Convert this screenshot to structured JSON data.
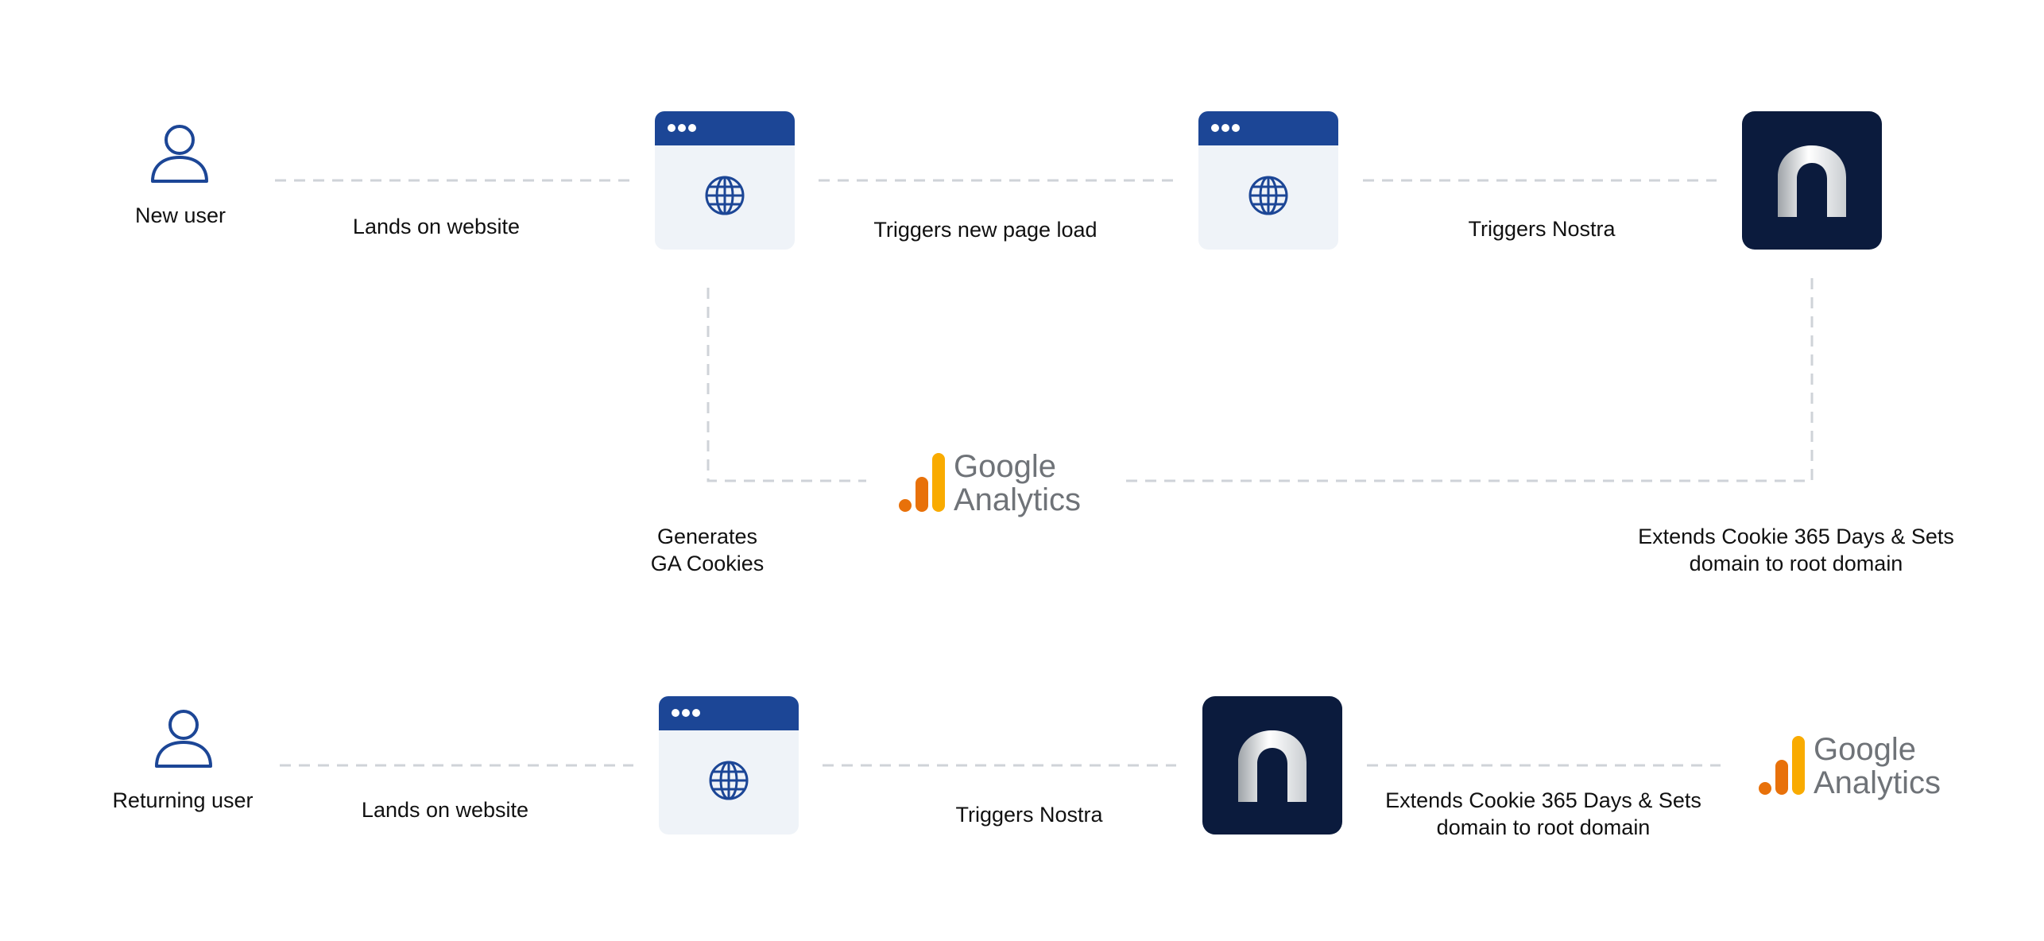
{
  "top_flow": {
    "user_label": "New user",
    "step1_label": "Lands on website",
    "step2_label": "Triggers new page load",
    "step3_label": "Triggers Nostra",
    "ga_cookie_label_line1": "Generates",
    "ga_cookie_label_line2": "GA Cookies",
    "extend_label_line1": "Extends Cookie 365 Days & Sets",
    "extend_label_line2": "domain to root domain",
    "ga_word1": "Google",
    "ga_word2": "Analytics"
  },
  "bottom_flow": {
    "user_label": "Returning user",
    "step1_label": "Lands on website",
    "step2_label": "Triggers Nostra",
    "extend_label_line1": "Extends Cookie 365 Days & Sets",
    "extend_label_line2": "domain to root domain",
    "ga_word1": "Google",
    "ga_word2": "Analytics"
  },
  "colors": {
    "browser_bar": "#1c4696",
    "browser_body": "#eff3f8",
    "nostra_bg": "#0b1b3d",
    "connector": "#cfd3d8",
    "ga_orange": "#e8710a",
    "ga_yellow": "#f9ab00",
    "ga_text": "#6f7378"
  },
  "icons": [
    "user-icon",
    "browser-window-icon",
    "globe-icon",
    "nostra-logo-icon",
    "google-analytics-logo"
  ]
}
